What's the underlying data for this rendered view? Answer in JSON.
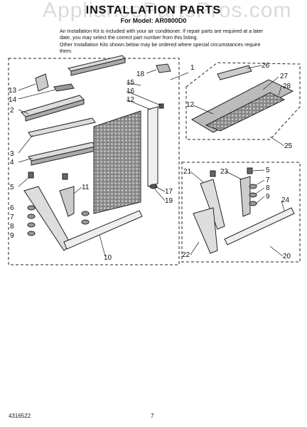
{
  "header": {
    "watermark": "AppliancePartsPros.com",
    "title": "INSTALLATION PARTS",
    "subtitle": "For Model: AR0800D0"
  },
  "intro": {
    "para1": "An Installation Kit is included with your air conditioner. If repair parts are required at a later date, you may select the correct part number from this listing.",
    "para2": "Other Installation Kits shown below may be ordered where special circumstances require them."
  },
  "callouts": [
    "1",
    "2",
    "3",
    "4",
    "5",
    "6",
    "7",
    "8",
    "9",
    "10",
    "11",
    "12",
    "13",
    "14",
    "15",
    "16",
    "17",
    "18",
    "19",
    "20",
    "21",
    "22",
    "23",
    "24",
    "25",
    "26",
    "27",
    "28"
  ],
  "footer": {
    "part_number": "4316522",
    "page_number": "7"
  }
}
